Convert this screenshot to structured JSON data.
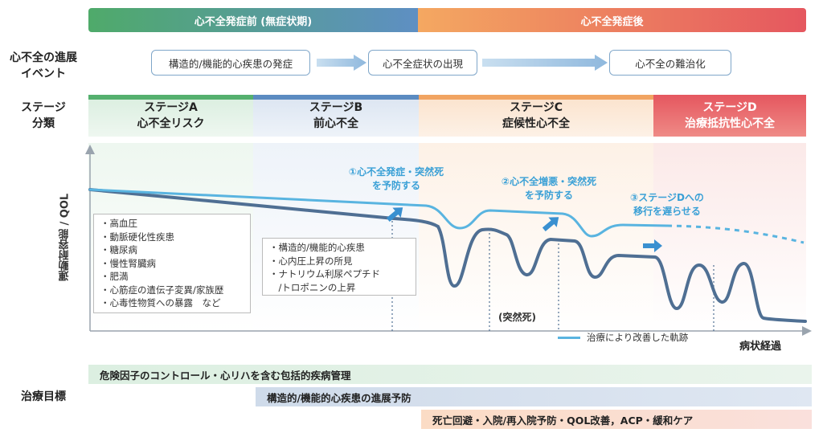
{
  "phases": {
    "before": "心不全発症前 (無症状期)",
    "after": "心不全発症後"
  },
  "events_label": [
    "心不全の進展",
    "イベント"
  ],
  "events": [
    "構造的/機能的心疾患の発症",
    "心不全症状の出現",
    "心不全の難治化"
  ],
  "stage_label": [
    "ステージ",
    "分類"
  ],
  "stages": [
    {
      "name": "ステージA",
      "desc": "心不全リスク"
    },
    {
      "name": "ステージB",
      "desc": "前心不全"
    },
    {
      "name": "ステージC",
      "desc": "症候性心不全"
    },
    {
      "name": "ステージD",
      "desc": "治療抵抗性心不全"
    }
  ],
  "y_axis": "運動耐容能 / QOL",
  "x_axis": "病状経過",
  "risk_factors_a": [
    "・高血圧",
    "・動脈硬化性疾患",
    "・糖尿病",
    "・慢性腎臓病",
    "・肥満",
    "・心筋症の遺伝子変異/家族歴",
    "・心毒性物質への暴露　など"
  ],
  "risk_factors_b": [
    "・構造的/機能的心疾患",
    "・心内圧上昇の所見",
    "・ナトリウム利尿ペプチド",
    "　/トロポニンの上昇"
  ],
  "annotations": {
    "a1": [
      "①心不全発症・突然死",
      "を予防する"
    ],
    "a2": [
      "②心不全増悪・突然死",
      "を予防する"
    ],
    "a3": [
      "③ステージDへの",
      "移行を遅らせる"
    ]
  },
  "sudden_death": "(突然死)",
  "legend": "治療により改善した軌跡",
  "goals_label": "治療目標",
  "goals": [
    "危険因子のコントロール・心リハを含む包括的疾病管理",
    "構造的/機能的心疾患の進展予防",
    "死亡回避・入院/再入院予防・QOL改善，ACP・緩和ケア"
  ],
  "colors": {
    "improved_line": "#59b4e0",
    "natural_line": "#4f6f93",
    "arrow": "#3a90d0",
    "stage_a": "#55b06e",
    "stage_b": "#5b8bc1",
    "stage_c": "#f1a462",
    "stage_d": "#e5575f"
  }
}
